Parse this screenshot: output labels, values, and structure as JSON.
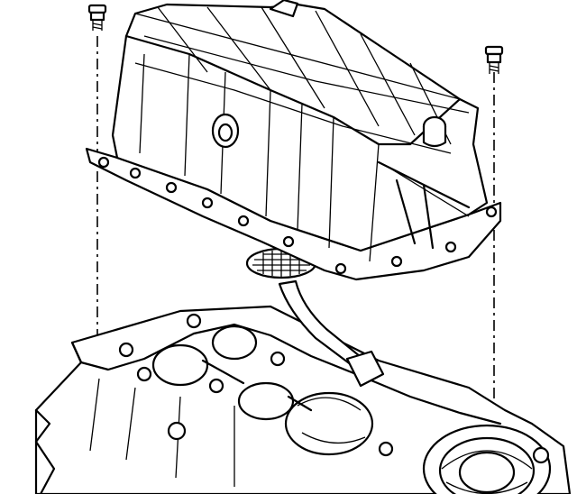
{
  "figure": {
    "style": "line-art",
    "stroke_color": "#000000",
    "background_color": "#ffffff",
    "components": {
      "oil_pan": "oil-pan",
      "oil_pump_pickup_tube": "oil-pump-pickup-tube",
      "pickup_screen": "pickup-screen",
      "engine_block": "engine-block-bottom",
      "crankshaft": "crankshaft",
      "left_bolt": "bolt",
      "right_bolt": "bolt",
      "alignment_line_left": "dash-dot-line",
      "alignment_line_right": "dash-dot-line"
    }
  }
}
